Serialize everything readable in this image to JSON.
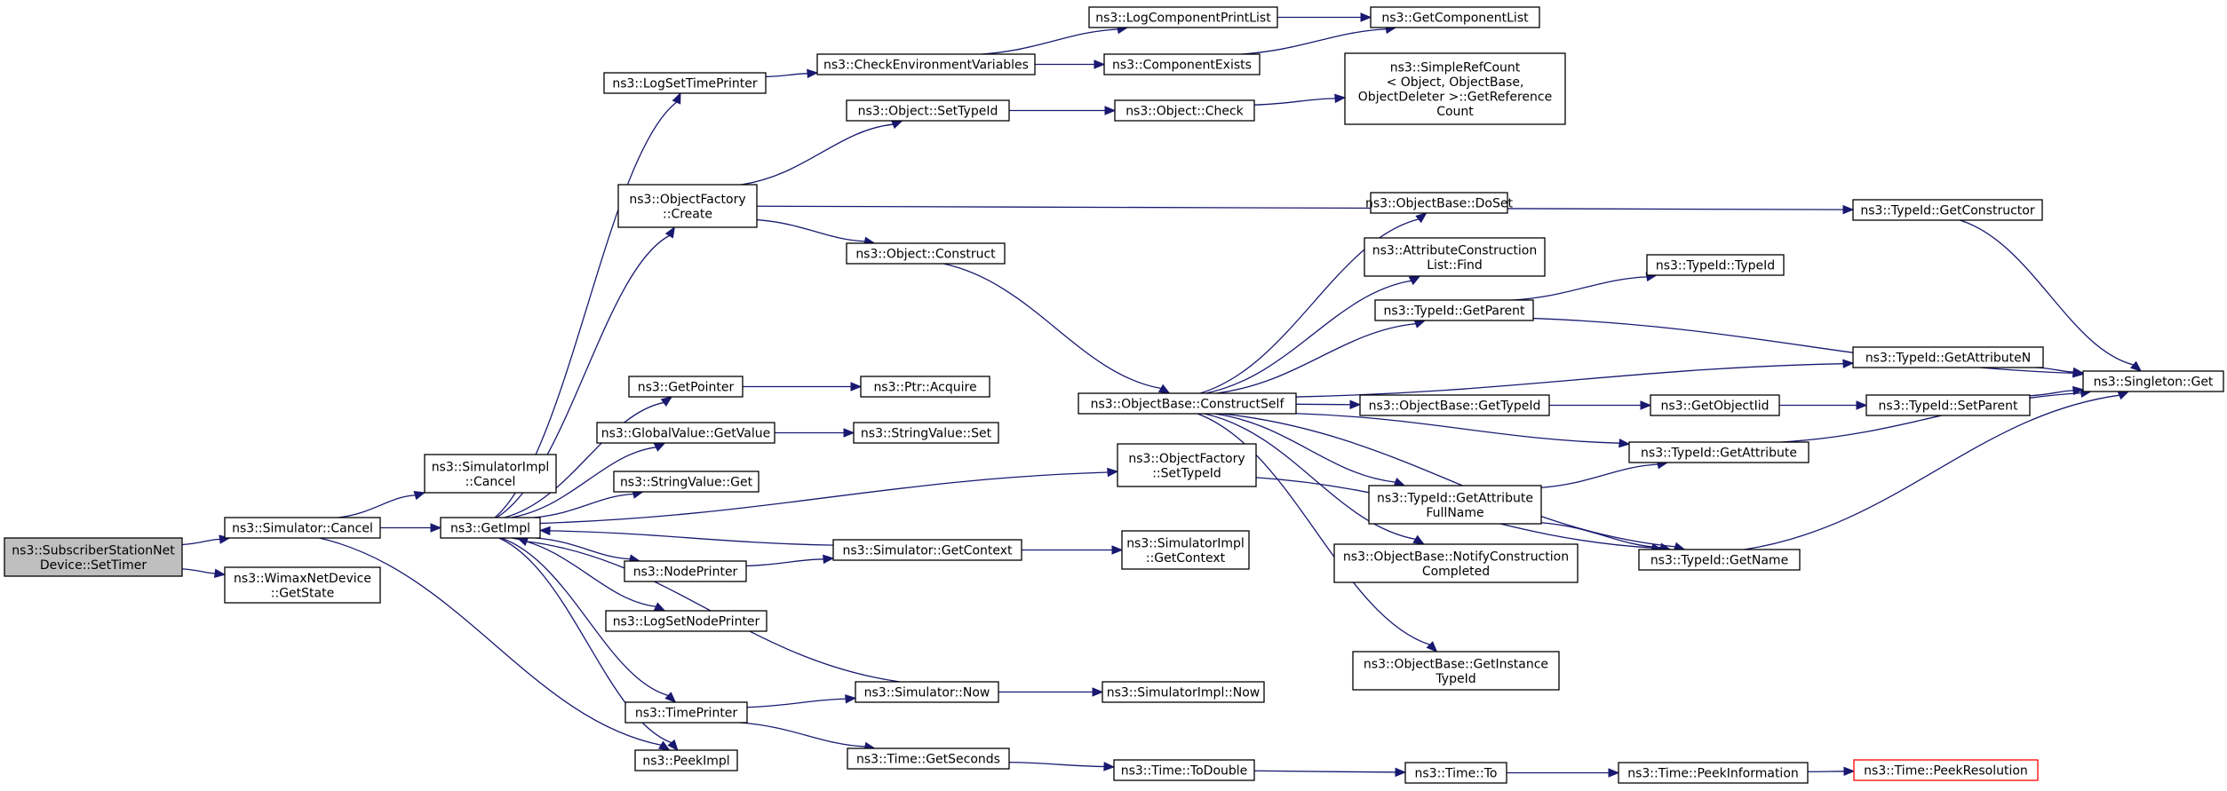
{
  "graph": {
    "colors": {
      "edge": "#191970",
      "root_fill": "#bfbfbf",
      "node_border": "#000000",
      "truncated_border": "#ff0000"
    },
    "nodes": [
      {
        "id": "setTimer",
        "lines": [
          "ns3::SubscriberStationNet",
          "Device::SetTimer"
        ],
        "root": true
      },
      {
        "id": "simCancel",
        "lines": [
          "ns3::Simulator::Cancel"
        ]
      },
      {
        "id": "wimaxGetState",
        "lines": [
          "ns3::WimaxNetDevice",
          "::GetState"
        ]
      },
      {
        "id": "simImplCancel",
        "lines": [
          "ns3::SimulatorImpl",
          "::Cancel"
        ]
      },
      {
        "id": "getImpl",
        "lines": [
          "ns3::GetImpl"
        ]
      },
      {
        "id": "logSetTimePrinter",
        "lines": [
          "ns3::LogSetTimePrinter"
        ]
      },
      {
        "id": "checkEnv",
        "lines": [
          "ns3::CheckEnvironmentVariables"
        ]
      },
      {
        "id": "logCompPrintList",
        "lines": [
          "ns3::LogComponentPrintList"
        ]
      },
      {
        "id": "getCompList",
        "lines": [
          "ns3::GetComponentList"
        ]
      },
      {
        "id": "compExists",
        "lines": [
          "ns3::ComponentExists"
        ]
      },
      {
        "id": "objSetTypeId",
        "lines": [
          "ns3::Object::SetTypeId"
        ]
      },
      {
        "id": "objCheck",
        "lines": [
          "ns3::Object::Check"
        ]
      },
      {
        "id": "simpleRefCount",
        "lines": [
          "ns3::SimpleRefCount",
          "< Object, ObjectBase,",
          "ObjectDeleter >::GetReference",
          "Count"
        ]
      },
      {
        "id": "objFactCreate",
        "lines": [
          "ns3::ObjectFactory",
          "::Create"
        ]
      },
      {
        "id": "typeIdGetCtor",
        "lines": [
          "ns3::TypeId::GetConstructor"
        ]
      },
      {
        "id": "objConstruct",
        "lines": [
          "ns3::Object::Construct"
        ]
      },
      {
        "id": "objBaseDoSet",
        "lines": [
          "ns3::ObjectBase::DoSet"
        ]
      },
      {
        "id": "attrConstrFind",
        "lines": [
          "ns3::AttributeConstruction",
          "List::Find"
        ]
      },
      {
        "id": "typeIdTypeId",
        "lines": [
          "ns3::TypeId::TypeId"
        ]
      },
      {
        "id": "typeIdGetParent",
        "lines": [
          "ns3::TypeId::GetParent"
        ]
      },
      {
        "id": "typeIdGetAttrN",
        "lines": [
          "ns3::TypeId::GetAttributeN"
        ]
      },
      {
        "id": "singletonGet",
        "lines": [
          "ns3::Singleton::Get"
        ]
      },
      {
        "id": "getPointer",
        "lines": [
          "ns3::GetPointer"
        ]
      },
      {
        "id": "ptrAcquire",
        "lines": [
          "ns3::Ptr::Acquire"
        ]
      },
      {
        "id": "objBaseConstructSelf",
        "lines": [
          "ns3::ObjectBase::ConstructSelf"
        ]
      },
      {
        "id": "objBaseGetTypeId",
        "lines": [
          "ns3::ObjectBase::GetTypeId"
        ]
      },
      {
        "id": "getObjectIid",
        "lines": [
          "ns3::GetObjectIid"
        ]
      },
      {
        "id": "typeIdSetParent",
        "lines": [
          "ns3::TypeId::SetParent"
        ]
      },
      {
        "id": "globalValueGetValue",
        "lines": [
          "ns3::GlobalValue::GetValue"
        ]
      },
      {
        "id": "stringValueSet",
        "lines": [
          "ns3::StringValue::Set"
        ]
      },
      {
        "id": "objFactSetTypeId",
        "lines": [
          "ns3::ObjectFactory",
          "::SetTypeId"
        ]
      },
      {
        "id": "typeIdGetAttribute",
        "lines": [
          "ns3::TypeId::GetAttribute"
        ]
      },
      {
        "id": "stringValueGet",
        "lines": [
          "ns3::StringValue::Get"
        ]
      },
      {
        "id": "typeIdGetAttrFullName",
        "lines": [
          "ns3::TypeId::GetAttribute",
          "FullName"
        ]
      },
      {
        "id": "simGetContext",
        "lines": [
          "ns3::Simulator::GetContext"
        ]
      },
      {
        "id": "simImplGetContext",
        "lines": [
          "ns3::SimulatorImpl",
          "::GetContext"
        ]
      },
      {
        "id": "nodePrinter",
        "lines": [
          "ns3::NodePrinter"
        ]
      },
      {
        "id": "objBaseNotify",
        "lines": [
          "ns3::ObjectBase::NotifyConstruction",
          "Completed"
        ]
      },
      {
        "id": "typeIdGetName",
        "lines": [
          "ns3::TypeId::GetName"
        ]
      },
      {
        "id": "logSetNodePrinter",
        "lines": [
          "ns3::LogSetNodePrinter"
        ]
      },
      {
        "id": "objBaseGetInstanceTypeId",
        "lines": [
          "ns3::ObjectBase::GetInstance",
          "TypeId"
        ]
      },
      {
        "id": "simNow",
        "lines": [
          "ns3::Simulator::Now"
        ]
      },
      {
        "id": "simImplNow",
        "lines": [
          "ns3::SimulatorImpl::Now"
        ]
      },
      {
        "id": "timePrinter",
        "lines": [
          "ns3::TimePrinter"
        ]
      },
      {
        "id": "peekImpl",
        "lines": [
          "ns3::PeekImpl"
        ]
      },
      {
        "id": "timeGetSeconds",
        "lines": [
          "ns3::Time::GetSeconds"
        ]
      },
      {
        "id": "timeToDouble",
        "lines": [
          "ns3::Time::ToDouble"
        ]
      },
      {
        "id": "timeTo",
        "lines": [
          "ns3::Time::To"
        ]
      },
      {
        "id": "timePeekInfo",
        "lines": [
          "ns3::Time::PeekInformation"
        ]
      },
      {
        "id": "timePeekResolution",
        "lines": [
          "ns3::Time::PeekResolution"
        ],
        "truncated": true
      }
    ],
    "edges": [
      [
        "setTimer",
        "simCancel"
      ],
      [
        "setTimer",
        "wimaxGetState"
      ],
      [
        "simCancel",
        "simImplCancel"
      ],
      [
        "simCancel",
        "getImpl"
      ],
      [
        "simCancel",
        "peekImpl"
      ],
      [
        "getImpl",
        "logSetTimePrinter"
      ],
      [
        "getImpl",
        "objFactCreate"
      ],
      [
        "getImpl",
        "objFactSetTypeId"
      ],
      [
        "getImpl",
        "getPointer"
      ],
      [
        "getImpl",
        "globalValueGetValue"
      ],
      [
        "getImpl",
        "stringValueGet"
      ],
      [
        "getImpl",
        "nodePrinter"
      ],
      [
        "getImpl",
        "logSetNodePrinter"
      ],
      [
        "getImpl",
        "timePrinter"
      ],
      [
        "getImpl",
        "peekImpl"
      ],
      [
        "logSetTimePrinter",
        "checkEnv"
      ],
      [
        "checkEnv",
        "logCompPrintList"
      ],
      [
        "checkEnv",
        "compExists"
      ],
      [
        "logCompPrintList",
        "getCompList"
      ],
      [
        "compExists",
        "getCompList"
      ],
      [
        "objFactCreate",
        "objSetTypeId"
      ],
      [
        "objFactCreate",
        "typeIdGetCtor"
      ],
      [
        "objFactCreate",
        "objConstruct"
      ],
      [
        "objSetTypeId",
        "objCheck"
      ],
      [
        "objCheck",
        "simpleRefCount"
      ],
      [
        "typeIdGetCtor",
        "singletonGet"
      ],
      [
        "objConstruct",
        "objBaseConstructSelf"
      ],
      [
        "objBaseConstructSelf",
        "objBaseDoSet"
      ],
      [
        "objBaseConstructSelf",
        "attrConstrFind"
      ],
      [
        "objBaseConstructSelf",
        "typeIdGetParent"
      ],
      [
        "objBaseConstructSelf",
        "typeIdGetAttrN"
      ],
      [
        "objBaseConstructSelf",
        "objBaseGetTypeId"
      ],
      [
        "objBaseConstructSelf",
        "typeIdGetAttribute"
      ],
      [
        "objBaseConstructSelf",
        "typeIdGetAttrFullName"
      ],
      [
        "objBaseConstructSelf",
        "objBaseNotify"
      ],
      [
        "objBaseConstructSelf",
        "typeIdGetName"
      ],
      [
        "objBaseConstructSelf",
        "objBaseGetInstanceTypeId"
      ],
      [
        "typeIdGetParent",
        "typeIdTypeId"
      ],
      [
        "typeIdGetParent",
        "singletonGet"
      ],
      [
        "typeIdGetAttrN",
        "singletonGet"
      ],
      [
        "objBaseGetTypeId",
        "getObjectIid"
      ],
      [
        "getObjectIid",
        "typeIdSetParent"
      ],
      [
        "typeIdSetParent",
        "singletonGet"
      ],
      [
        "typeIdGetAttribute",
        "singletonGet"
      ],
      [
        "typeIdGetAttrFullName",
        "typeIdGetAttribute"
      ],
      [
        "typeIdGetAttrFullName",
        "typeIdGetName"
      ],
      [
        "typeIdGetName",
        "singletonGet"
      ],
      [
        "objFactSetTypeId",
        "typeIdGetName"
      ],
      [
        "getPointer",
        "ptrAcquire"
      ],
      [
        "globalValueGetValue",
        "stringValueSet"
      ],
      [
        "simGetContext",
        "getImpl"
      ],
      [
        "simGetContext",
        "simImplGetContext"
      ],
      [
        "nodePrinter",
        "simGetContext"
      ],
      [
        "simNow",
        "getImpl"
      ],
      [
        "simNow",
        "simImplNow"
      ],
      [
        "timePrinter",
        "simNow"
      ],
      [
        "timePrinter",
        "timeGetSeconds"
      ],
      [
        "timeGetSeconds",
        "timeToDouble"
      ],
      [
        "timeToDouble",
        "timeTo"
      ],
      [
        "timeTo",
        "timePeekInfo"
      ],
      [
        "timePeekInfo",
        "timePeekResolution"
      ]
    ]
  }
}
